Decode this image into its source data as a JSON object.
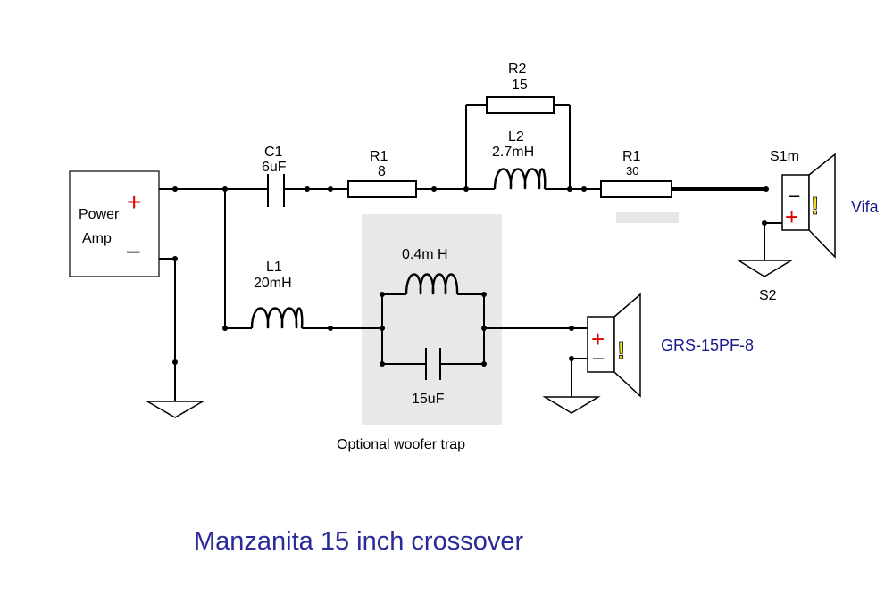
{
  "title": "Manzanita 15 inch crossover",
  "amp": {
    "line1": "Power",
    "line2": "Amp",
    "plus": "+",
    "minus": "–"
  },
  "c1": {
    "name": "C1",
    "value": "6uF"
  },
  "r1a": {
    "name": "R1",
    "value": "8"
  },
  "r2": {
    "name": "R2",
    "value": "15"
  },
  "l2": {
    "name": "L2",
    "value": "2.7mH"
  },
  "r1b": {
    "name": "R1",
    "value": "30"
  },
  "l1": {
    "name": "L1",
    "value": "20mH"
  },
  "trap": {
    "inductor": "0.4m H",
    "capacitor": "15uF",
    "caption": "Optional woofer trap"
  },
  "tweeter": {
    "top_label": "S1m",
    "bottom_label": "S2",
    "name": "Vifa",
    "plus": "+",
    "minus": "–",
    "warn": "!"
  },
  "woofer": {
    "name": "GRS-15PF-8",
    "plus": "+",
    "minus": "–",
    "warn": "!"
  },
  "colors": {
    "plus": "#e00000",
    "title": "#2a2a9a",
    "speaker_name": "#1a1a8a",
    "trap_bg": "#e8e8e8",
    "warn_fill": "#f0e020"
  }
}
